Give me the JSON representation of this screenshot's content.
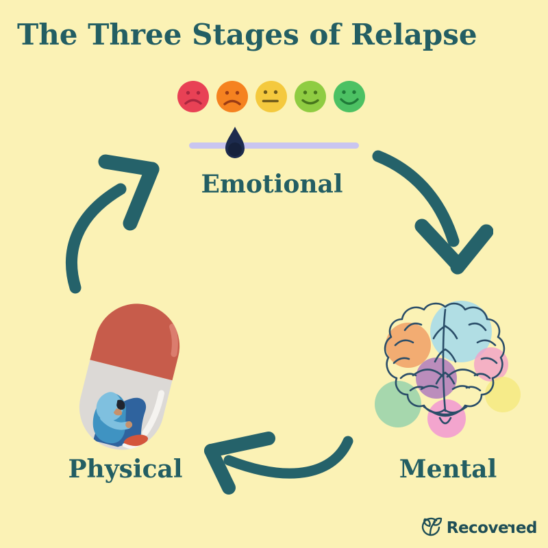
{
  "page": {
    "title": "The Three Stages of Relapse",
    "background_color": "#FBF2B5",
    "text_color": "#235E63",
    "arrow_color": "#25626A"
  },
  "stages": {
    "emotional": {
      "label": "Emotional"
    },
    "mental": {
      "label": "Mental"
    },
    "physical": {
      "label": "Physical"
    }
  },
  "emoji_scale": {
    "faces": [
      {
        "name": "very-unhappy-face",
        "mood": "very unhappy",
        "color": "#E84155",
        "feature_color": "#A8263F"
      },
      {
        "name": "unhappy-face",
        "mood": "unhappy",
        "color": "#F58220",
        "feature_color": "#9A3B14"
      },
      {
        "name": "neutral-face",
        "mood": "neutral",
        "color": "#F4C93E",
        "feature_color": "#6E5A1A"
      },
      {
        "name": "happy-face",
        "mood": "happy",
        "color": "#8FCC42",
        "feature_color": "#47751C"
      },
      {
        "name": "very-happy-face",
        "mood": "very happy",
        "color": "#4CC163",
        "feature_color": "#1F7A38"
      }
    ],
    "slider": {
      "track_color": "#C9C5F0",
      "handle_color": "#1D2B4E",
      "value_percent": 27
    }
  },
  "illustrations": {
    "pill": {
      "cap_color": "#C75C4B",
      "cap_highlight": "#DE8374",
      "body_color": "#DCD9D6",
      "body_highlight": "#F7F5F3",
      "hood_color": "#7FC0DF",
      "hoodie_color": "#3F93C2",
      "jeans_color": "#2F639E",
      "shoe_color": "#D4553B",
      "skin_color": "#C8916B",
      "hair_color": "#20242E"
    },
    "brain": {
      "line_color": "#2A4D68",
      "blob_colors": [
        "#F0A066",
        "#9FD8F0",
        "#F2A0C8",
        "#F5E97E",
        "#A66BBF",
        "#9CD4AC",
        "#F2A0D0"
      ]
    }
  },
  "logo": {
    "name": "Recovered",
    "text_before": "Recove",
    "text_flipped": "r",
    "text_after": "ed",
    "color": "#1E4E56"
  }
}
